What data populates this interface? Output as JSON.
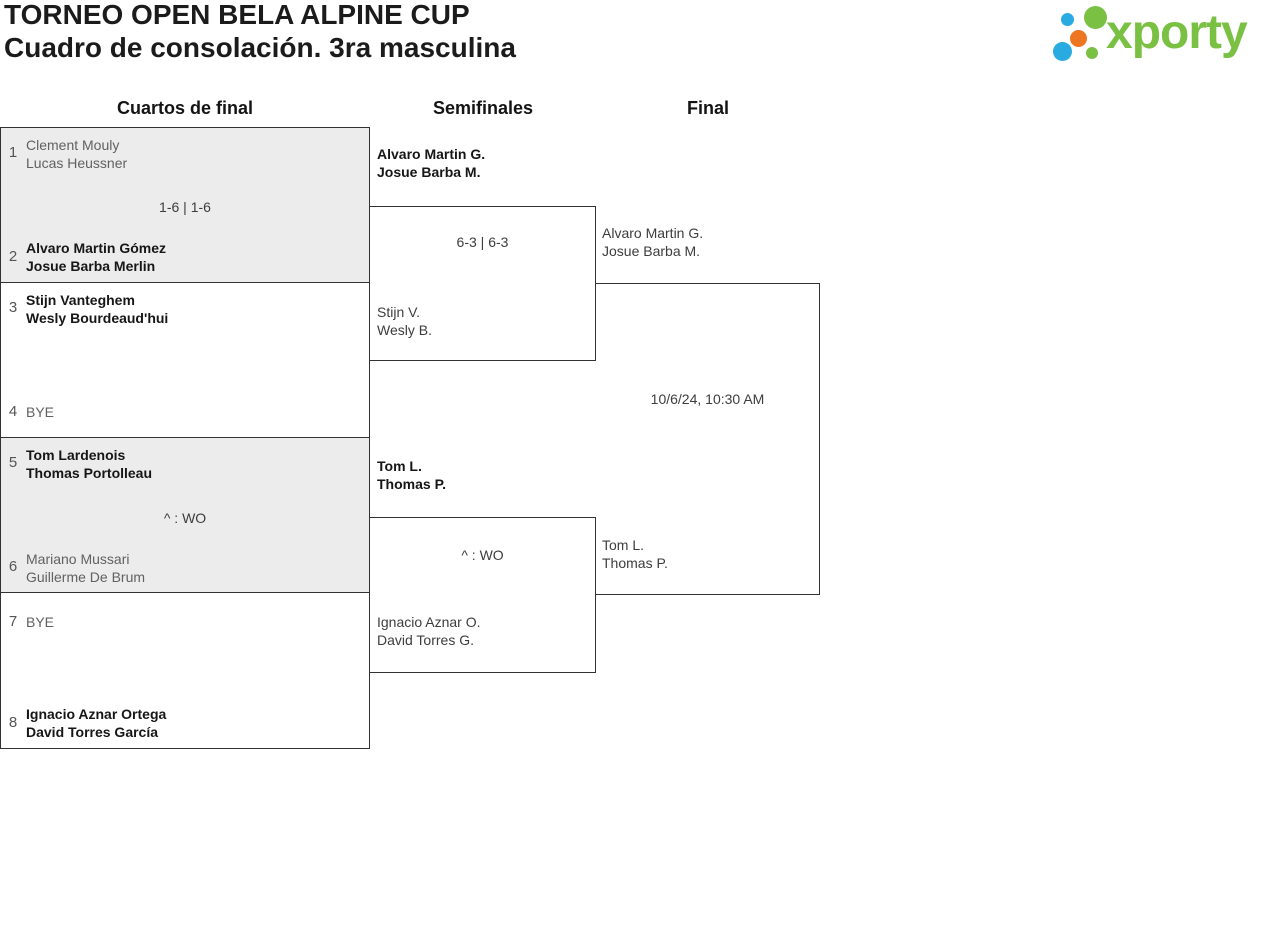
{
  "header": {
    "title_line1": "TORNEO OPEN BELA ALPINE CUP",
    "title_line2": "Cuadro de consolación. 3ra masculina"
  },
  "logo": {
    "text": "xporty",
    "dot_colors": {
      "green": "#7ac143",
      "blue": "#29abe2",
      "orange": "#ee7623"
    }
  },
  "colors": {
    "border": "#323232",
    "shaded_box": "#ececec",
    "winner_text": "#161616",
    "loser_text": "#616161",
    "pending_text": "#3d3d3d",
    "logo_green": "#7ac143",
    "logo_blue": "#29abe2",
    "logo_orange": "#ee7623"
  },
  "bracket": {
    "rounds": [
      {
        "label": "Cuartos de final"
      },
      {
        "label": "Semifinales"
      },
      {
        "label": "Final"
      }
    ],
    "quarterfinals": [
      {
        "seed_top": "1",
        "team_top": [
          "Clement Mouly",
          "Lucas Heussner"
        ],
        "top_winner": false,
        "score": "1-6 | 1-6",
        "seed_bottom": "2",
        "team_bottom": [
          "Alvaro Martin Gómez",
          "Josue Barba Merlin"
        ],
        "bottom_winner": true
      },
      {
        "seed_top": "3",
        "team_top": [
          "Stijn Vanteghem",
          "Wesly Bourdeaud'hui"
        ],
        "top_winner": true,
        "score": "",
        "seed_bottom": "4",
        "team_bottom": [
          "BYE"
        ],
        "bottom_winner": false
      },
      {
        "seed_top": "5",
        "team_top": [
          "Tom Lardenois",
          "Thomas Portolleau"
        ],
        "top_winner": true,
        "score": "^ : WO",
        "seed_bottom": "6",
        "team_bottom": [
          "Mariano Mussari",
          "Guillerme De Brum"
        ],
        "bottom_winner": false
      },
      {
        "seed_top": "7",
        "team_top": [
          "BYE"
        ],
        "top_winner": false,
        "score": "",
        "seed_bottom": "8",
        "team_bottom": [
          "Ignacio Aznar Ortega",
          "David Torres García"
        ],
        "bottom_winner": true
      }
    ],
    "semifinals": [
      {
        "team_top": [
          "Alvaro Martin G.",
          "Josue Barba M."
        ],
        "top_winner": true,
        "score": "6-3 | 6-3",
        "team_bottom": [
          "Stijn V.",
          "Wesly B."
        ],
        "bottom_winner": false
      },
      {
        "team_top": [
          "Tom L.",
          "Thomas P."
        ],
        "top_winner": true,
        "score": "^ : WO",
        "team_bottom": [
          "Ignacio Aznar O.",
          "David Torres G."
        ],
        "bottom_winner": false
      }
    ],
    "final": {
      "team_top": [
        "Alvaro Martin G.",
        "Josue Barba M."
      ],
      "schedule": "10/6/24, 10:30 AM",
      "team_bottom": [
        "Tom L.",
        "Thomas P."
      ]
    }
  }
}
